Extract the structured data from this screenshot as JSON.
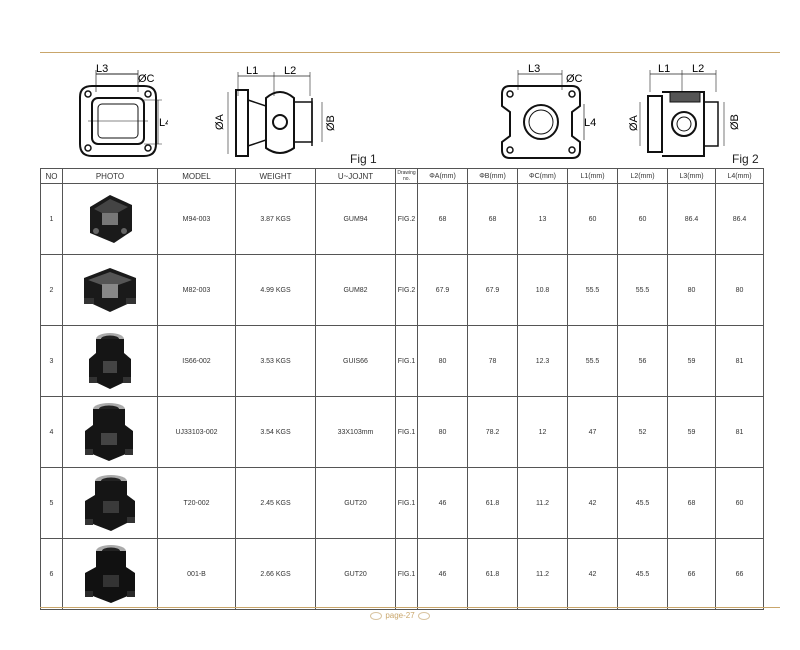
{
  "figures": {
    "fig1_label": "Fig 1",
    "fig2_label": "Fig 2",
    "dims": {
      "l1": "L1",
      "l2": "L2",
      "l3": "L3",
      "l4": "L4",
      "a": "ØA",
      "b": "ØB",
      "c": "ØC"
    }
  },
  "table": {
    "headers": {
      "no": "NO",
      "photo": "PHOTO",
      "model": "MODEL",
      "weight": "WEIGHT",
      "ujoint": "U~JOJNT",
      "drawing": "Drawing no.",
      "a": "ΦA(mm)",
      "b": "ΦB(mm)",
      "c": "ΦC(mm)",
      "l1": "L1(mm)",
      "l2": "L2(mm)",
      "l3": "L3(mm)",
      "l4": "L4(mm)"
    },
    "rows": [
      {
        "no": "1",
        "model": "M94-003",
        "weight": "3.87 KGS",
        "ujoint": "GUM94",
        "drawing": "FIG.2",
        "a": "68",
        "b": "68",
        "c": "13",
        "l1": "60",
        "l2": "60",
        "l3": "86.4",
        "l4": "86.4"
      },
      {
        "no": "2",
        "model": "M82-003",
        "weight": "4.99 KGS",
        "ujoint": "GUM82",
        "drawing": "FIG.2",
        "a": "67.9",
        "b": "67.9",
        "c": "10.8",
        "l1": "55.5",
        "l2": "55.5",
        "l3": "80",
        "l4": "80"
      },
      {
        "no": "3",
        "model": "IS66-002",
        "weight": "3.53 KGS",
        "ujoint": "GUIS66",
        "drawing": "FIG.1",
        "a": "80",
        "b": "78",
        "c": "12.3",
        "l1": "55.5",
        "l2": "56",
        "l3": "59",
        "l4": "81"
      },
      {
        "no": "4",
        "model": "UJ33103-002",
        "weight": "3.54 KGS",
        "ujoint": "33X103mm",
        "drawing": "FIG.1",
        "a": "80",
        "b": "78.2",
        "c": "12",
        "l1": "47",
        "l2": "52",
        "l3": "59",
        "l4": "81"
      },
      {
        "no": "5",
        "model": "T20-002",
        "weight": "2.45 KGS",
        "ujoint": "GUT20",
        "drawing": "FIG.1",
        "a": "46",
        "b": "61.8",
        "c": "11.2",
        "l1": "42",
        "l2": "45.5",
        "l3": "68",
        "l4": "60"
      },
      {
        "no": "6",
        "model": "001-B",
        "weight": "2.66 KGS",
        "ujoint": "GUT20",
        "drawing": "FIG.1",
        "a": "46",
        "b": "61.8",
        "c": "11.2",
        "l1": "42",
        "l2": "45.5",
        "l3": "66",
        "l4": "66"
      }
    ]
  },
  "footer": {
    "page": "page-27"
  }
}
